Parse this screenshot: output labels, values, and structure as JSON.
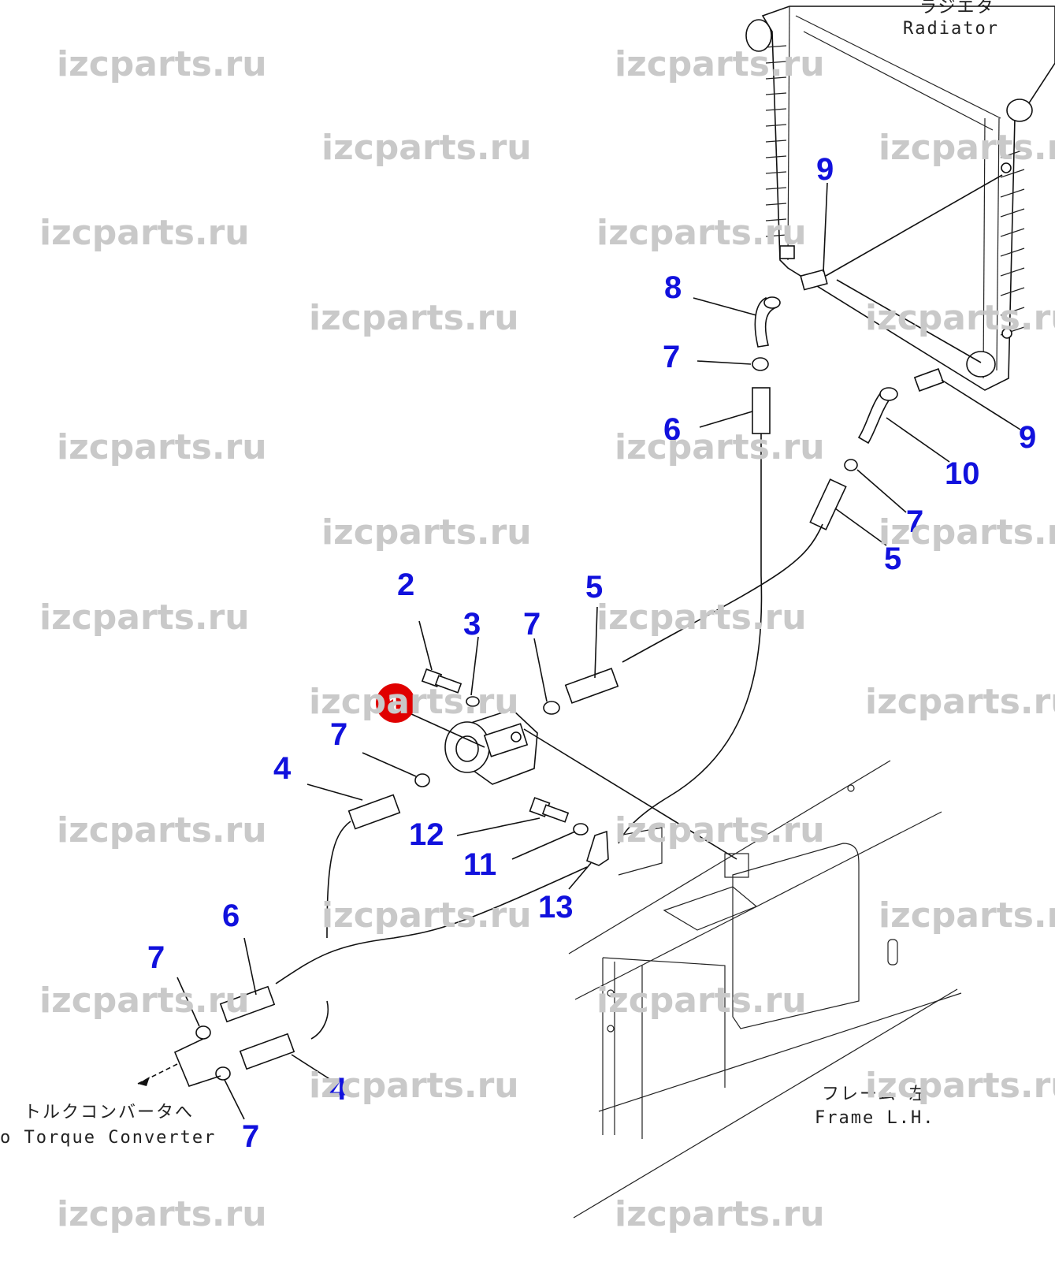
{
  "watermark": "izcparts.ru",
  "captions": {
    "radiator_jp": "ラジエタ",
    "radiator_en": "Radiator",
    "torque_jp": "トルクコンバータへ",
    "torque_en": "o Torque Converter",
    "frame_jp": "フレーム 左",
    "frame_en": "Frame L.H."
  },
  "highlight": {
    "label": "1",
    "color": "#e00000"
  },
  "callouts": [
    "9",
    "8",
    "7",
    "6",
    "9",
    "10",
    "7",
    "5",
    "2",
    "3",
    "7",
    "5",
    "7",
    "4",
    "12",
    "11",
    "13",
    "6",
    "7",
    "4",
    "7"
  ],
  "colors": {
    "callout": "#1111dd",
    "watermark": "#c9c9c9",
    "line": "#111111"
  }
}
